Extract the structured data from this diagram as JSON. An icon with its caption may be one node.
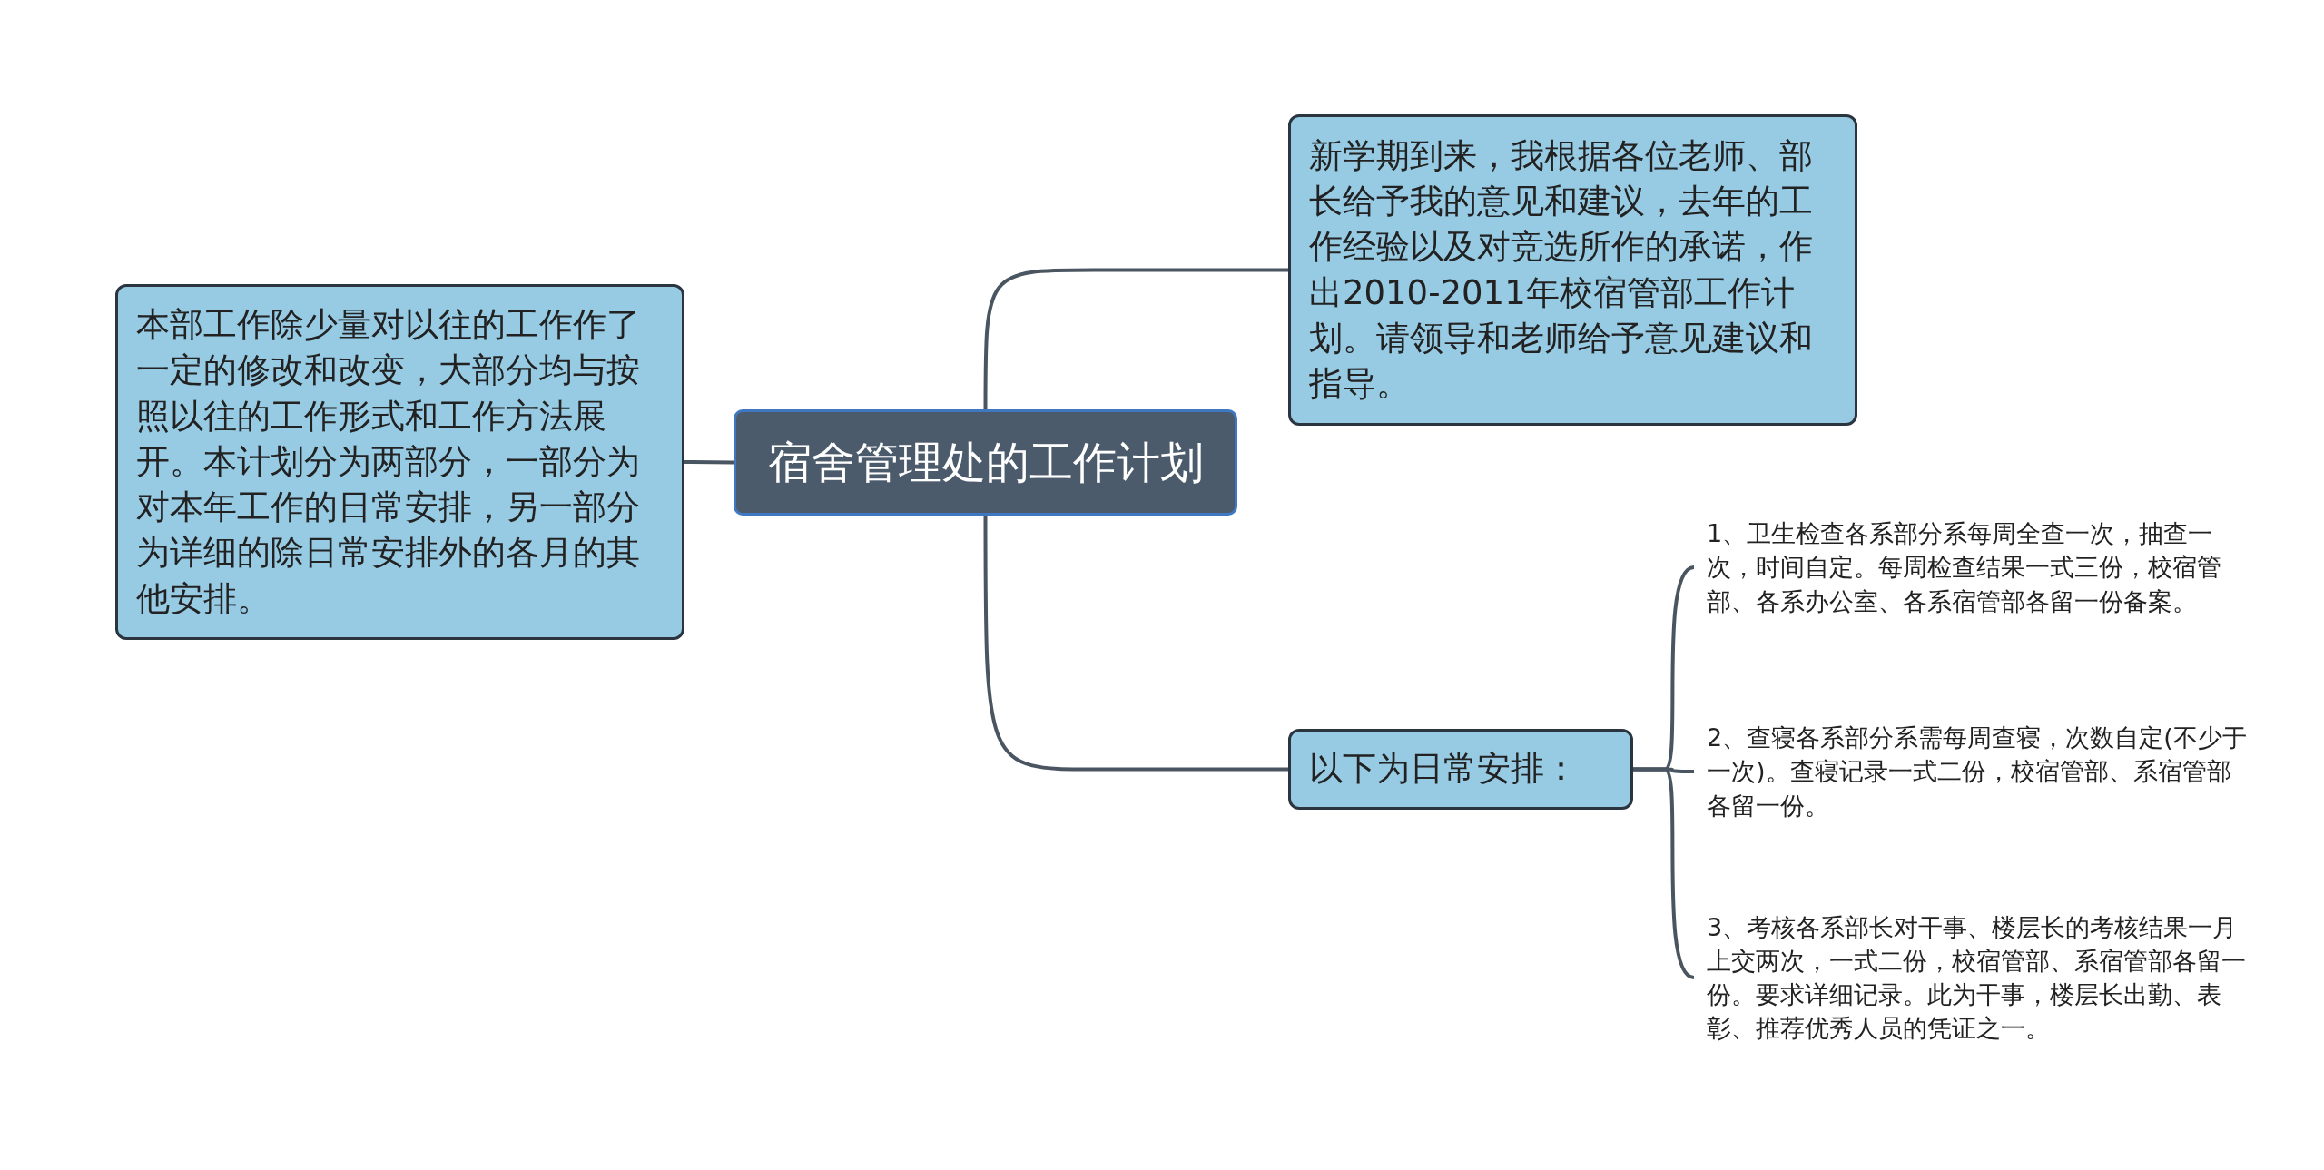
{
  "diagram": {
    "nodes": [
      {
        "text": [
          "宿舍管理处的工作计划"
        ]
      },
      {
        "text": [
          "本部工作除少量对以往的工作作了一定的修改和改变，大部分均与按照以往的工作形式和工作方法展开。本计划分为两部分，一部分为对本年工作的日常安排，另一部分为详细的除日常安排外的各月的其他安排。"
        ]
      },
      {
        "text": [
          "新学期到来，我根据各位老师、部长给予我的意见和建议，去年的工作经验以及对竞选所作的承诺，作出2010-2011年校宿管部工作计划。请领导和老师给予意见建议和指导。"
        ]
      },
      {
        "text": [
          "以下为日常安排："
        ]
      },
      {
        "text": [
          "1、卫生检查各系部分系每周全查一次，抽查一次，时间自定。每周检查结果一式三份，校宿管部、各系办公室、各系宿管部各留一份备案。"
        ]
      },
      {
        "text": [
          "2、查寝各系部分系需每周查寝，次数自定(不少于一次)。查寝记录一式二份，校宿管部、系宿管部各留一份。"
        ]
      },
      {
        "text": [
          "3、考核各系部长对干事、楼层长的考核结果一月上交两次，一式二份，校宿管部、系宿管部各留一份。要求详细记录。此为干事，楼层长出勤、表彰、推荐优秀人员的凭证之一。"
        ]
      }
    ],
    "edges": [
      {
        "from": 0,
        "to": 1,
        "arrow": "none"
      },
      {
        "from": 0,
        "to": 2,
        "arrow": "none"
      },
      {
        "from": 0,
        "to": 3,
        "arrow": "none"
      },
      {
        "from": 3,
        "to": 4,
        "arrow": "none"
      },
      {
        "from": 3,
        "to": 5,
        "arrow": "none"
      },
      {
        "from": 3,
        "to": 6,
        "arrow": "none"
      }
    ]
  }
}
